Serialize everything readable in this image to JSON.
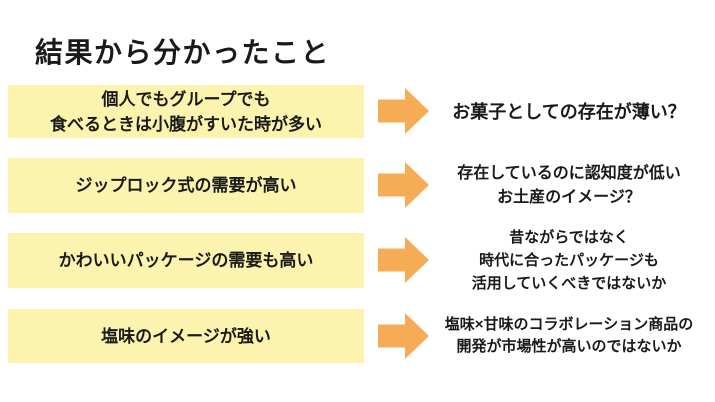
{
  "slide": {
    "title": "結果から分かったこと",
    "colors": {
      "box_yellow": "#FBF3AE",
      "arrow_orange": "#F6AC55",
      "text_black": "#1a1a1a",
      "background": "#ffffff"
    },
    "rows": [
      {
        "finding": "個人でもグループでも\n食べるときは小腹がすいた時が多い",
        "insight": "お菓子としての存在が薄い？"
      },
      {
        "finding": "ジップロック式の需要が高い",
        "insight": "存在しているのに認知度が低い\nお土産のイメージ？"
      },
      {
        "finding": "かわいいパッケージの需要も高い",
        "insight": "昔ながらではなく\n時代に合ったパッケージも\n活用していくべきではないか"
      },
      {
        "finding": "塩味のイメージが強い",
        "insight": "塩味×甘味のコラボレーション商品の\n開発が市場性が高いのではないか"
      }
    ]
  }
}
